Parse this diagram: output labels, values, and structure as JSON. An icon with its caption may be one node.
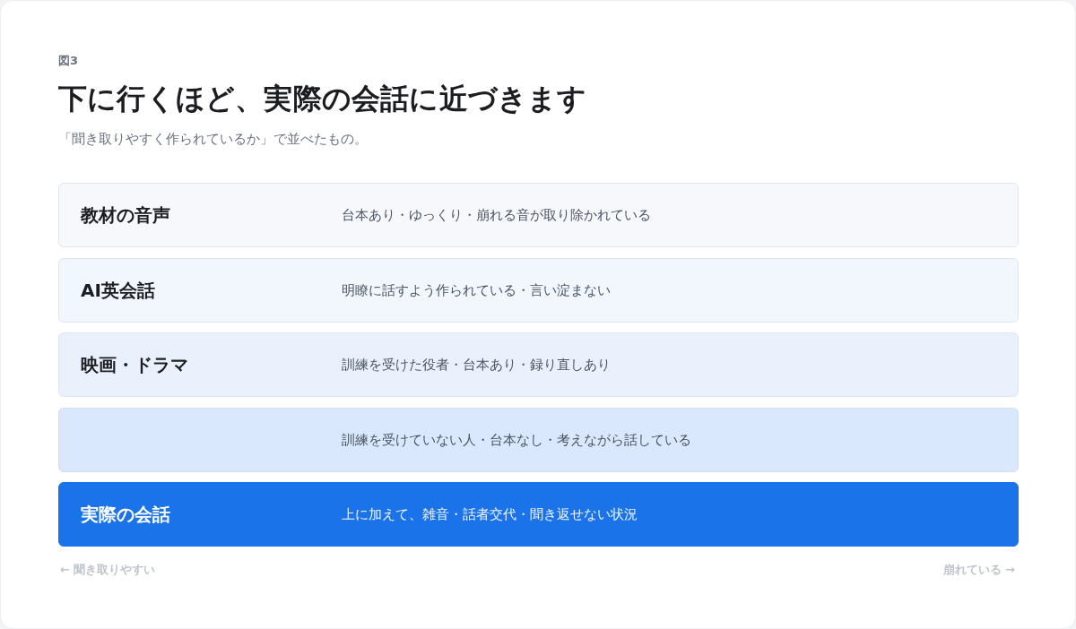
{
  "diagram": {
    "title": "下に行くほど、実際の会話に近づきます",
    "caption": "「聞き取りやすく作られているか」で並べたもの。",
    "nodes": [
      {
        "text": [
          "教材の音声",
          "台本あり・ゆっくり・崩れる音が取り除かれている"
        ]
      },
      {
        "text": [
          "AI英会話",
          "明瞭に話すよう作られている・言い淀まない"
        ]
      },
      {
        "text": [
          "映画・ドラマ",
          "訓練を受けた役者・台本あり・録り直しあり"
        ]
      },
      {
        "text": [
          "訓練を受けていない人・台本なし・考えながら話している"
        ]
      },
      {
        "text": [
          "実際の会話",
          "上に加えて、雑音・話者交代・聞き返せない状況"
        ]
      }
    ],
    "labels": [
      "図3",
      "← 聞き取りやすい",
      "崩れている →"
    ]
  }
}
